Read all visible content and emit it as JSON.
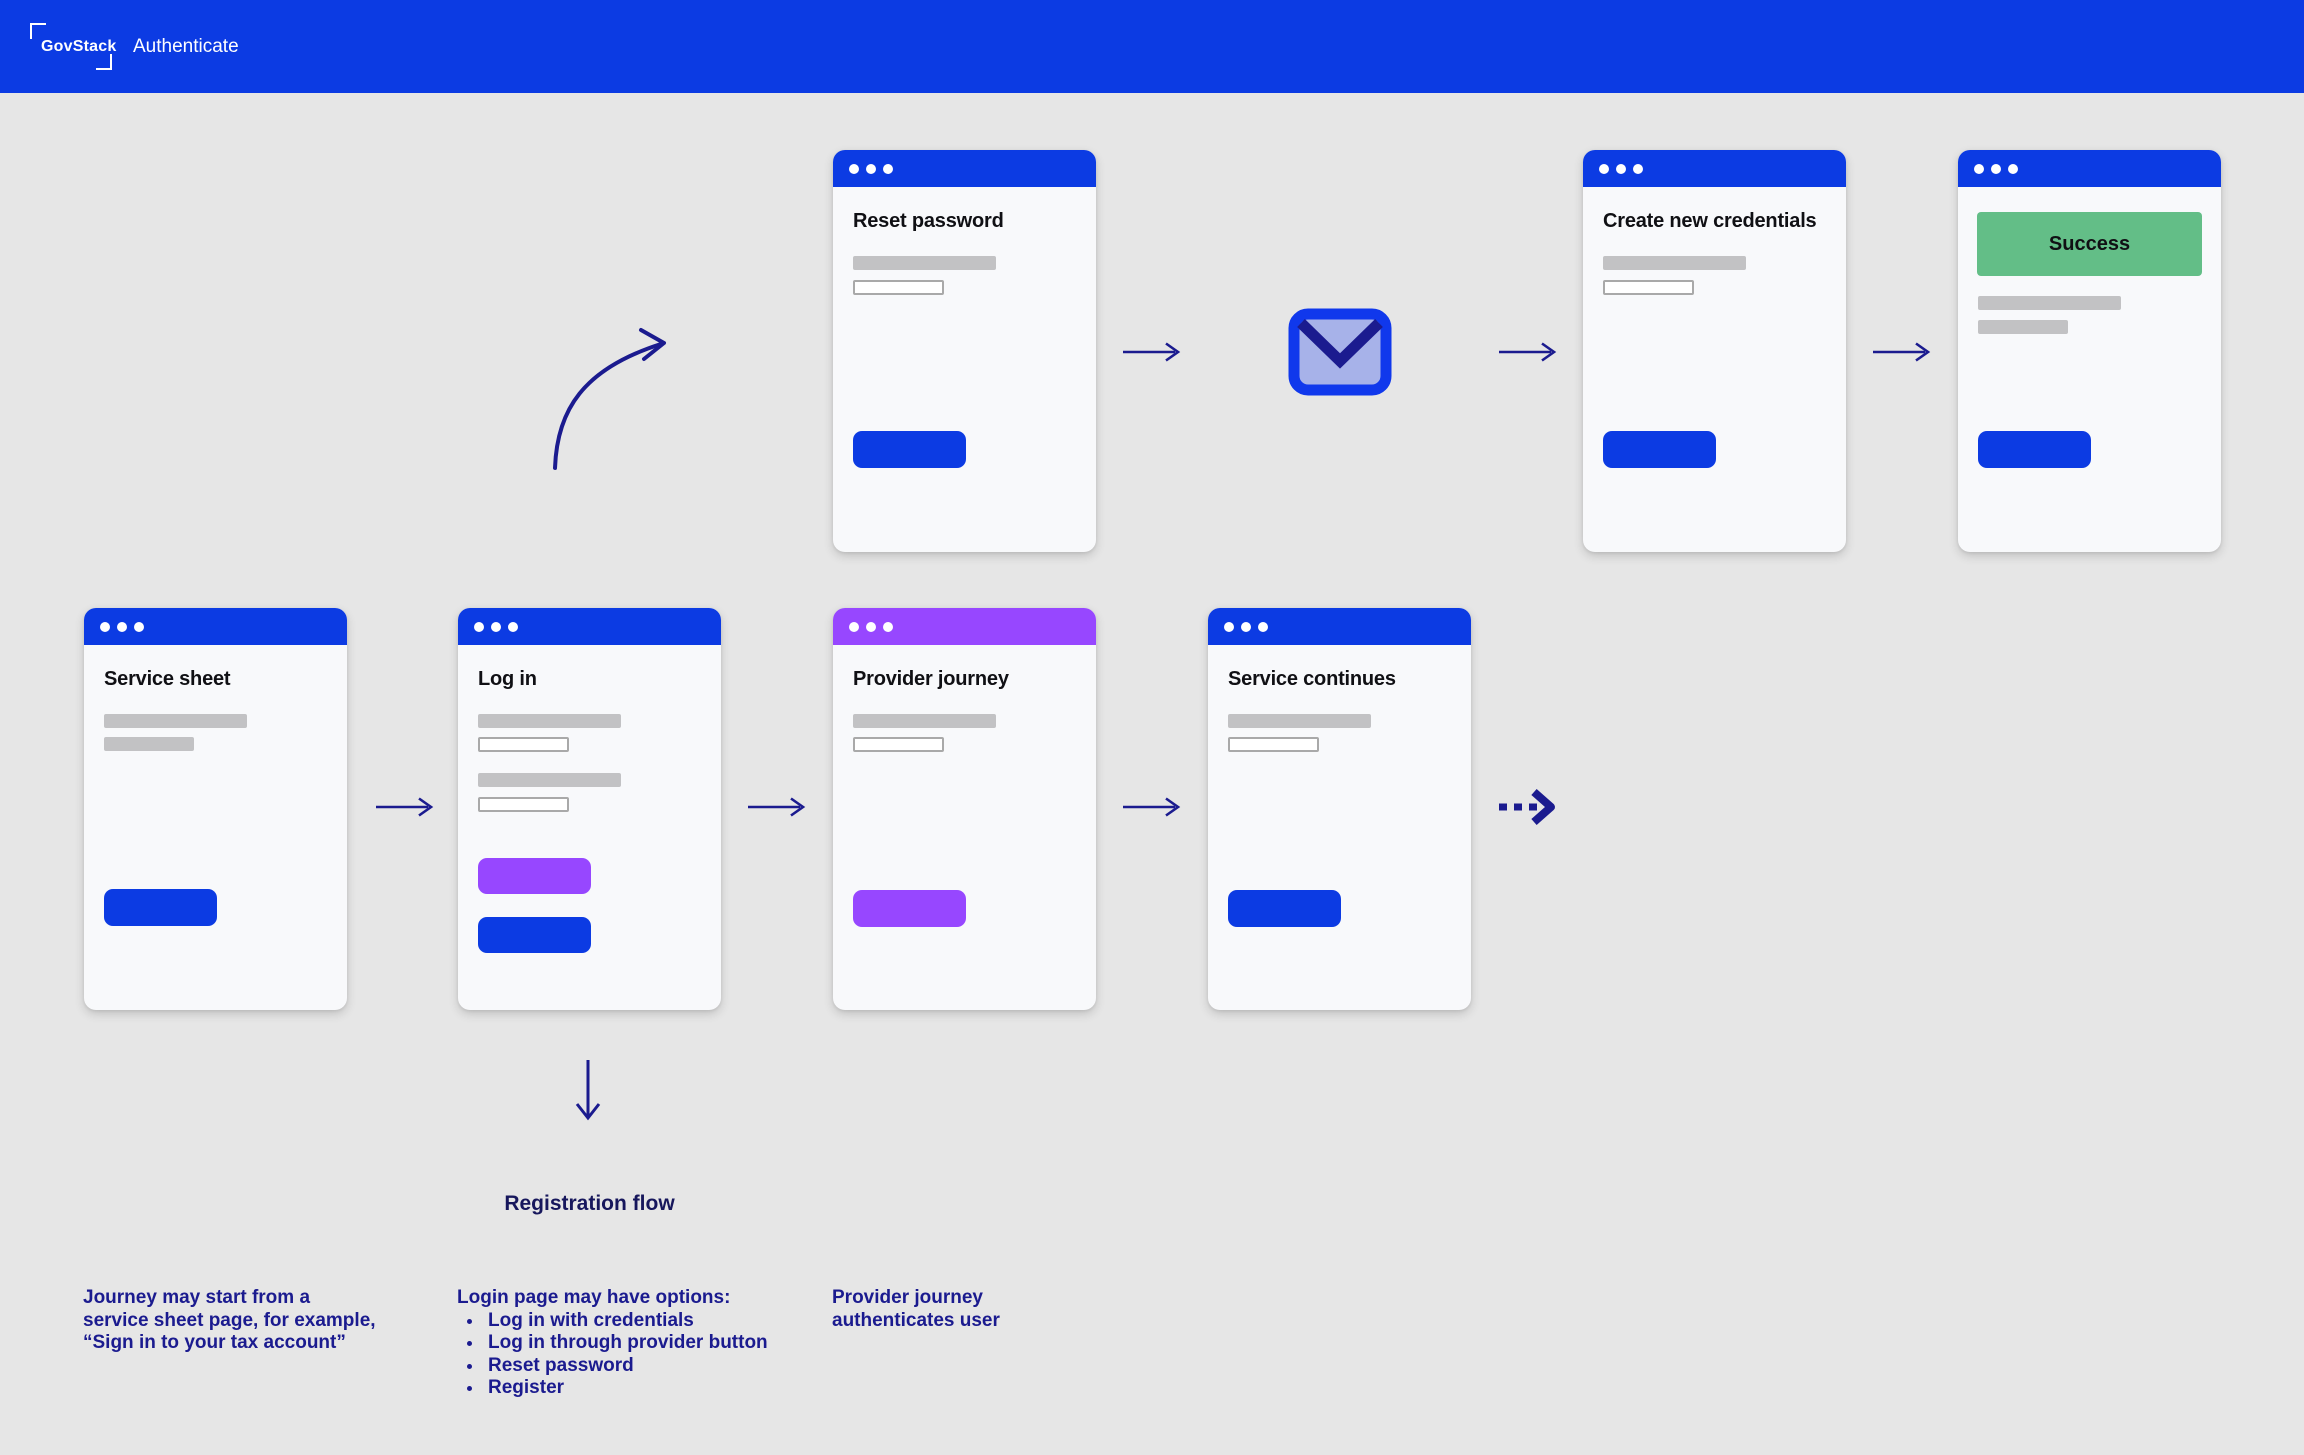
{
  "header": {
    "logo": "GovStack",
    "app_title": "Authenticate"
  },
  "colors": {
    "header_bg": "#0C3BE3",
    "chrome_blue": "#0C3BE3",
    "chrome_purple": "#9747FF",
    "button_blue": "#0C3BE3",
    "button_purple": "#9747FF",
    "success_green": "#63BE87",
    "arrow_navy": "#1B1B8F",
    "annotation_text": "#1B1B8F",
    "page_bg": "#E6E6E6",
    "card_bg": "#F8F9FB",
    "placeholder_gray": "#C2C2C4",
    "input_border": "#A9A9A9",
    "envelope_fill": "#A7B2E9",
    "envelope_stroke": "#1038EC",
    "title_text": "#101014",
    "flow_label_text": "#17175C"
  },
  "cards": {
    "reset_password": {
      "title": "Reset password"
    },
    "create_credentials": {
      "title": "Create new credentials"
    },
    "success": {
      "banner": "Success"
    },
    "service_sheet": {
      "title": "Service sheet"
    },
    "login": {
      "title": "Log in"
    },
    "provider_journey": {
      "title": "Provider journey"
    },
    "service_continues": {
      "title": "Service continues"
    }
  },
  "labels": {
    "registration_flow": "Registration flow"
  },
  "annotations": {
    "service_sheet_note": {
      "lines": [
        "Journey may start from a",
        "service sheet page, for example,",
        "“Sign in to your tax account”"
      ]
    },
    "login_note": {
      "heading": "Login page may have options:",
      "bullets": [
        "Log in with credentials",
        "Log in through provider button",
        "Reset password",
        "Register"
      ]
    },
    "provider_note": {
      "lines": [
        "Provider journey",
        "authenticates user"
      ]
    }
  },
  "icons": {
    "email": "envelope-icon",
    "window_controls": "three-dots"
  }
}
